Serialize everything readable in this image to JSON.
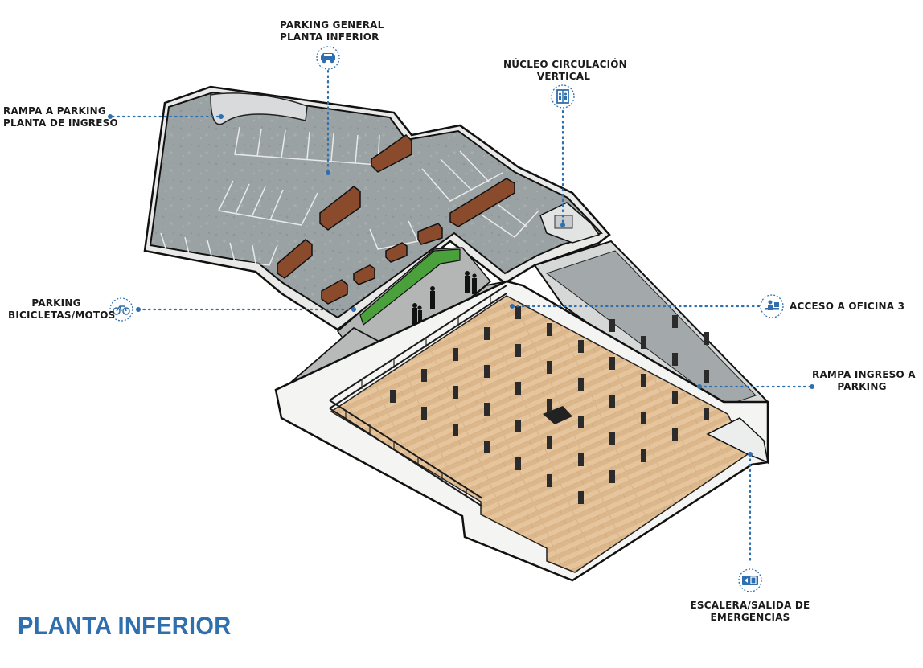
{
  "title": "PLANTA INFERIOR",
  "colors": {
    "accent": "#2f6fad",
    "floor_concrete": "#9aa1a3",
    "floor_wood": "#e4c39a",
    "wall": "#f2f2f0",
    "wall_outline": "#111111",
    "planter_brick": "#8a4a2c",
    "green_wall": "#4aa03a"
  },
  "labels": {
    "parking_general": {
      "line1": "PARKING GENERAL",
      "line2": "PLANTA INFERIOR",
      "icon": "car-icon"
    },
    "nucleo": {
      "line1": "NÚCLEO CIRCULACIÓN",
      "line2": "VERTICAL",
      "icon": "elevator-icon"
    },
    "rampa_parking": {
      "line1": "RAMPA A PARKING",
      "line2": "PLANTA DE INGRESO"
    },
    "bicicletas": {
      "line1": "PARKING",
      "line2": "BICICLETAS/MOTOS",
      "icon": "bicycle-icon"
    },
    "oficina": {
      "line1": "ACCESO A OFICINA 3",
      "icon": "office-desk-icon"
    },
    "rampa_ingreso": {
      "line1": "RAMPA INGRESO A",
      "line2": "PARKING"
    },
    "escalera": {
      "line1": "ESCALERA/SALIDA DE",
      "line2": "EMERGENCIAS",
      "icon": "emergency-exit-icon"
    }
  }
}
